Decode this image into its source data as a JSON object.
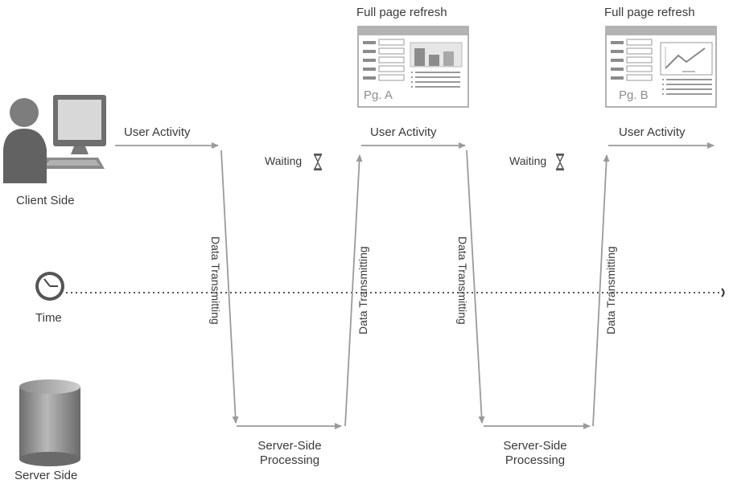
{
  "client": {
    "label": "Client Side"
  },
  "time": {
    "label": "Time"
  },
  "server": {
    "label": "Server Side"
  },
  "steps": {
    "user_activity": "User Activity",
    "waiting": "Waiting",
    "data_transmitting": "Data Transmitting",
    "server_processing_line1": "Server-Side",
    "server_processing_line2": "Processing",
    "full_page_refresh": "Full page refresh"
  },
  "pages": [
    {
      "label": "Pg. A"
    },
    {
      "label": "Pg. B"
    }
  ],
  "colors": {
    "arrow": "#999999",
    "timeline": "#555555",
    "page_fill": "#ffffff",
    "page_header": "#b3b3b3",
    "icon_dark": "#5a5a5a"
  }
}
